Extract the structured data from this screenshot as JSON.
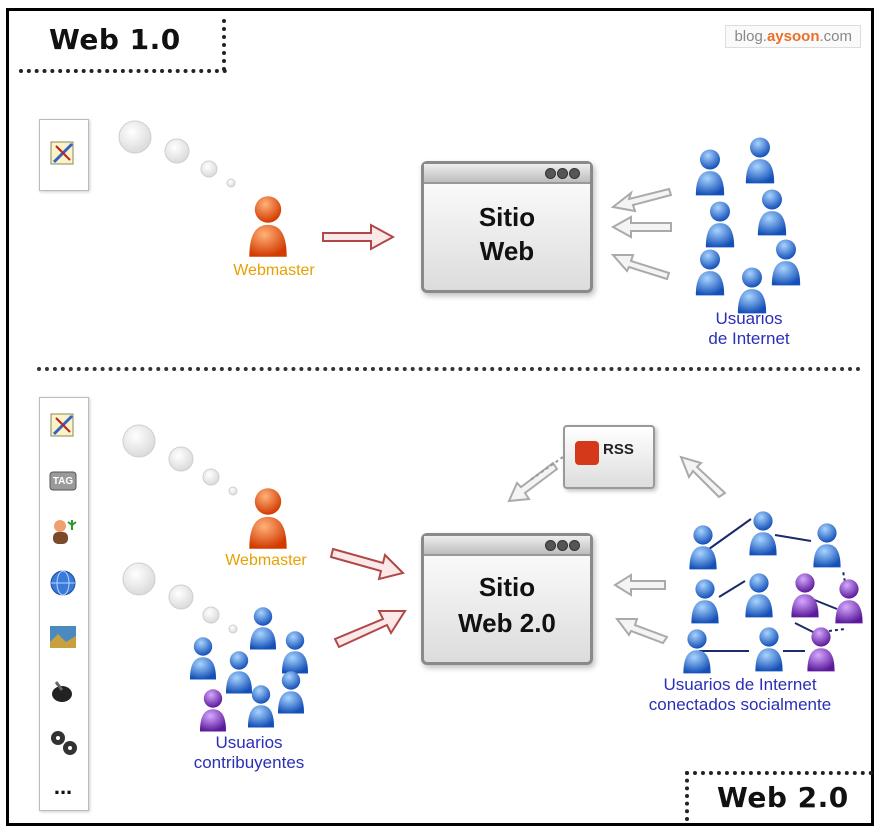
{
  "credit": {
    "prefix": "blog.",
    "brand": "aysoon",
    "suffix": ".com"
  },
  "web1": {
    "section_label": "Web 1.0",
    "site_line1": "Sitio",
    "site_line2": "Web",
    "webmaster_label": "Webmaster",
    "users_line1": "Usuarios",
    "users_line2": "de Internet"
  },
  "web2": {
    "section_label": "Web 2.0",
    "site_line1": "Sitio",
    "site_line2": "Web 2.0",
    "rss_label": "RSS",
    "webmaster_label": "Webmaster",
    "contrib_line1": "Usuarios",
    "contrib_line2": "contribuyentes",
    "social_line1": "Usuarios de Internet",
    "social_line2": "conectados socialmente",
    "tag_icon_text": "TAG",
    "more_icon_text": "..."
  },
  "colors": {
    "webmaster": "#e8460a",
    "user_blue": "#1f6fd6",
    "user_purple": "#7b2fbf",
    "label_orange": "#e8a000",
    "label_blue": "#2a2fb5"
  }
}
